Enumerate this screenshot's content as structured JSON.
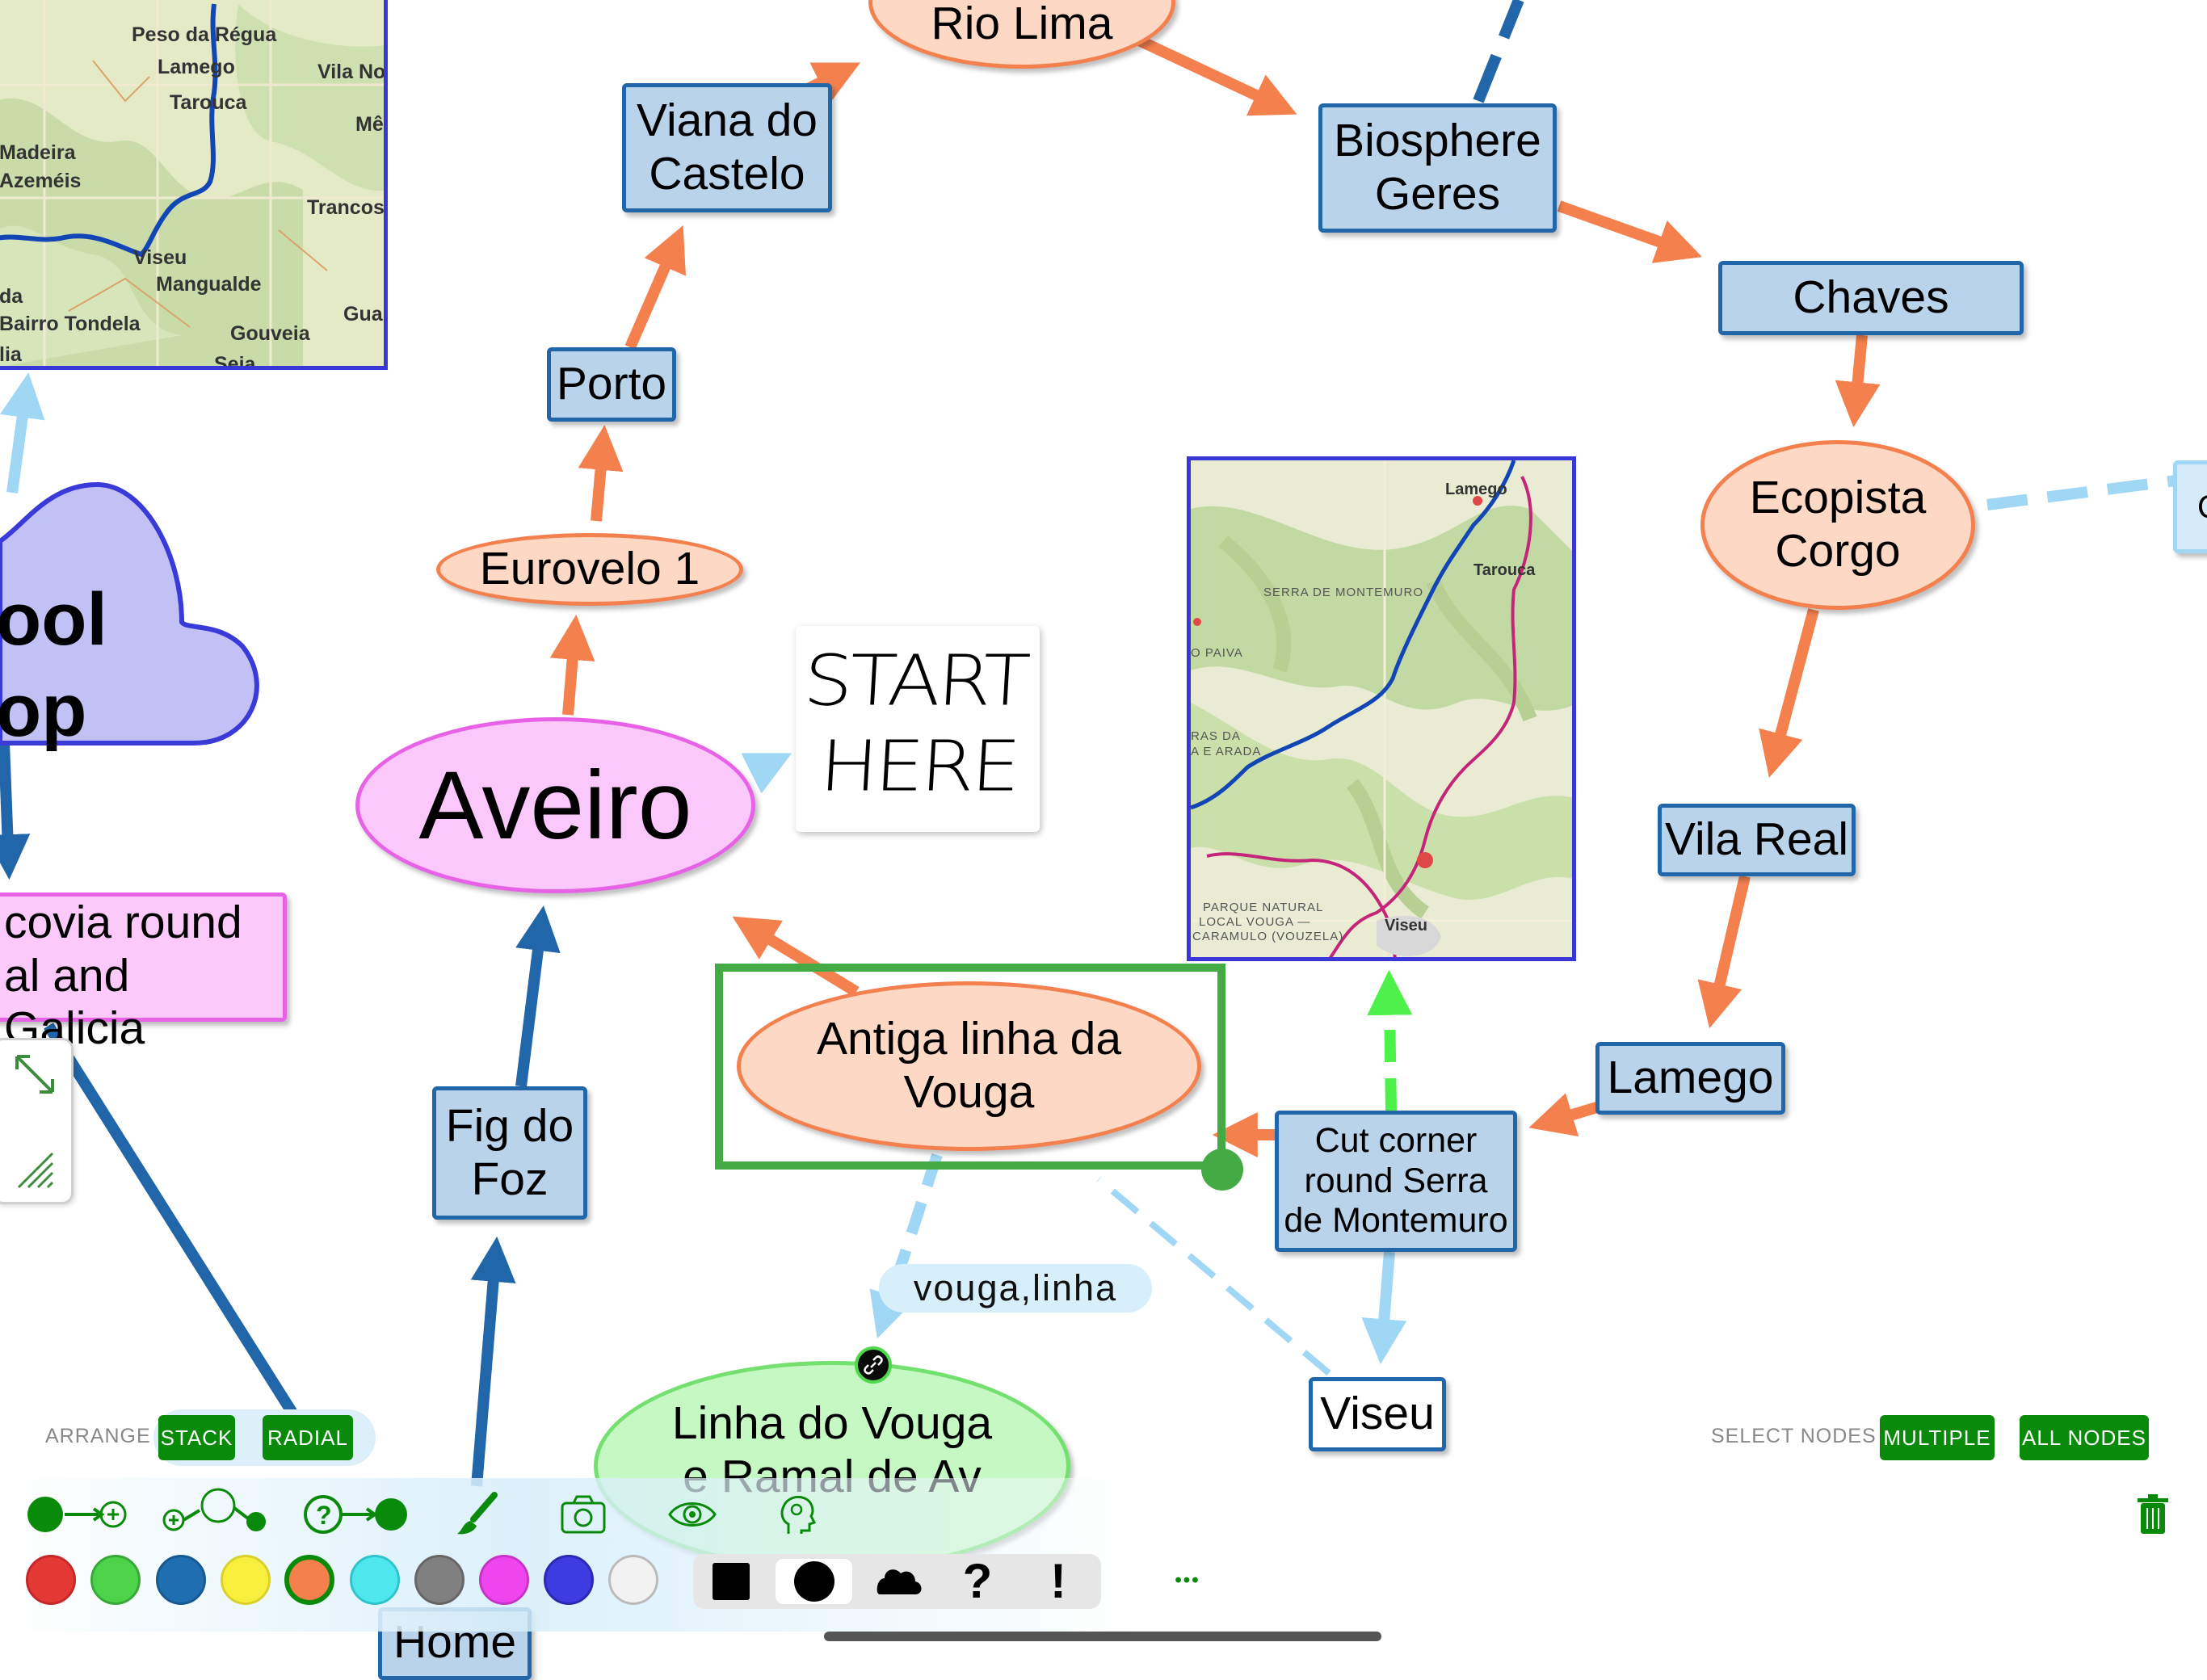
{
  "nodes": {
    "rio_lima": "Rio Lima",
    "viana": "Viana do Castelo",
    "biosphere": "Biosphere Geres",
    "chaves": "Chaves",
    "porto": "Porto",
    "eurovelo": "Eurovelo 1",
    "ecopista": "Ecopista Corgo",
    "aveiro": "Aveiro",
    "vila_real": "Vila Real",
    "lamego": "Lamego",
    "antiga": "Antiga linha da Vouga",
    "cut_corner": "Cut corner round Serra de Montemuro",
    "fig_foz": "Fig do Foz",
    "viseu": "Viseu",
    "linha_vouga": "Linha do Vouga e Ramal de Av",
    "cloud_text_1": "ool",
    "cloud_text_2": "op",
    "ecovia_line1": "covia round",
    "ecovia_line2": "al and Galicia",
    "home": "Home",
    "partial_right": "C",
    "edge_label": "vouga,linha",
    "sticky_line1": "START",
    "sticky_line2": "HERE"
  },
  "map_top": {
    "labels": [
      "Peso da Régua",
      "Lamego",
      "Vila No",
      "Tarouca",
      "Mê",
      "Madeira",
      "Azeméis",
      "Trancos",
      "Viseu",
      "Mangualde",
      "da",
      "Bairro Tondela",
      "Gua",
      "Gouveia",
      "lia",
      "Seia"
    ]
  },
  "map_right": {
    "labels": [
      "Lamego",
      "Tarouca",
      "SERRA DE MONTEMURO",
      "O PAIVA",
      "RAS DA",
      "A E ARADA",
      "PARQUE NATURAL",
      "LOCAL VOUGA —",
      "CARAMULO (VOUZELA)",
      "Viseu"
    ]
  },
  "toolbar": {
    "arrange_label": "ARRANGE",
    "stack": "STACK",
    "radial": "RADIAL",
    "select_label": "SELECT NODES",
    "multiple": "MULTIPLE",
    "all_nodes": "ALL NODES",
    "question": "?",
    "exclaim": "!",
    "more": "•••",
    "tools": [
      "add-child-icon",
      "add-sibling-icon",
      "add-question-icon",
      "brush-icon",
      "camera-icon",
      "eye-icon",
      "head-icon",
      "trash-icon"
    ]
  },
  "colors": {
    "swatches": [
      "#e53935",
      "#4cd34a",
      "#1f6fb0",
      "#f7ef3b",
      "#f4804e",
      "#4fe7ee",
      "#808080",
      "#ee45ee",
      "#3c3ce0",
      "#f2f2f2"
    ],
    "orange": "#f4804e",
    "blue": "#2166a8",
    "lightblue": "#9fd7f5",
    "green": "#4ad946",
    "selection": "#44aa44"
  }
}
